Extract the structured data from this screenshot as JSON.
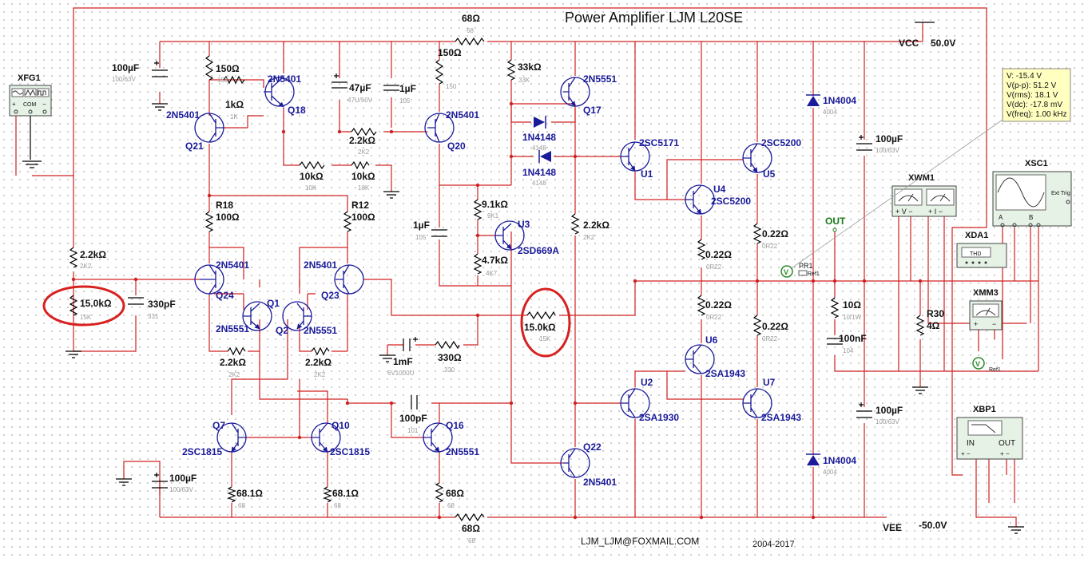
{
  "title": "Power Amplifier LJM L20SE",
  "footer": {
    "email": "LJM_LJM@FOXMAIL.COM",
    "years": "2004-2017"
  },
  "rails": {
    "vcc_net": "VCC",
    "vcc_value": "50.0V",
    "vee_net": "VEE",
    "vee_value": "-50.0V",
    "out_net": "OUT"
  },
  "colors": {
    "wire": "#d02020",
    "label": "#1a1a9a",
    "highlight": "#d82020",
    "probe_bg": "#ffffc0",
    "instrument_fill": "#e6f2e6"
  },
  "probe": {
    "name": "PR1",
    "ref": "Ref1",
    "readings": [
      "V: -15.4 V",
      "V(p-p): 51.2 V",
      "V(rms): 18.1 V",
      "V(dc): -17.8 mV",
      "V(freq): 1.00 kHz"
    ]
  },
  "probe2_ref": "Ref1",
  "instruments": {
    "xfg1": {
      "name": "XFG1",
      "com": "COM"
    },
    "xwm1": {
      "name": "XWM1"
    },
    "xsc1": {
      "name": "XSC1",
      "ext_trig": "Ext Trig",
      "a": "A",
      "b": "B"
    },
    "xda1": {
      "name": "XDA1",
      "screen": "THD"
    },
    "xmm3": {
      "name": "XMM3"
    },
    "xbp1": {
      "name": "XBP1",
      "in": "IN",
      "out": "OUT"
    }
  },
  "resistors": [
    {
      "id": "r68top",
      "value": "68Ω",
      "sub": "68"
    },
    {
      "id": "r150a",
      "value": "150Ω",
      "sub": "150"
    },
    {
      "id": "r1k",
      "value": "1kΩ",
      "sub": "1K"
    },
    {
      "id": "r150b",
      "value": "150Ω",
      "sub": "150"
    },
    {
      "id": "r33k",
      "value": "33kΩ",
      "sub": "33K"
    },
    {
      "id": "r22k_mid",
      "value": "2.2kΩ",
      "sub": "2K2"
    },
    {
      "id": "r10k_a",
      "value": "10kΩ",
      "sub": "10K"
    },
    {
      "id": "r10k_b",
      "value": "10kΩ",
      "sub": "10K"
    },
    {
      "id": "r91k",
      "value": "9.1kΩ",
      "sub": "9K1"
    },
    {
      "id": "r47k",
      "value": "4.7kΩ",
      "sub": "4K7"
    },
    {
      "id": "r22k_drv",
      "value": "2.2kΩ",
      "sub": "2K2"
    },
    {
      "id": "r18",
      "name": "R18",
      "value": "100Ω"
    },
    {
      "id": "r12",
      "name": "R12",
      "value": "100Ω"
    },
    {
      "id": "r22k_in",
      "value": "2.2kΩ",
      "sub": "2K2"
    },
    {
      "id": "r15k_in",
      "value": "15.0kΩ",
      "sub": "15K"
    },
    {
      "id": "r15k_fb",
      "value": "15.0kΩ",
      "sub": "15K"
    },
    {
      "id": "r22k_l",
      "value": "2.2kΩ",
      "sub": "2K2"
    },
    {
      "id": "r22k_r",
      "value": "2.2kΩ",
      "sub": "2K2"
    },
    {
      "id": "r330",
      "value": "330Ω",
      "sub": "330"
    },
    {
      "id": "r681a",
      "value": "68.1Ω",
      "sub": "68"
    },
    {
      "id": "r681b",
      "value": "68.1Ω",
      "sub": "68"
    },
    {
      "id": "r68e",
      "value": "68Ω",
      "sub": "68"
    },
    {
      "id": "r68bot",
      "value": "68Ω",
      "sub": "68"
    },
    {
      "id": "re1",
      "value": "0.22Ω",
      "sub": "0R22"
    },
    {
      "id": "re2",
      "value": "0.22Ω",
      "sub": "0R22"
    },
    {
      "id": "re3",
      "value": "0.22Ω",
      "sub": "0R22"
    },
    {
      "id": "re4",
      "value": "0.22Ω",
      "sub": "0R22"
    },
    {
      "id": "r10",
      "value": "10Ω",
      "sub": "10/1W"
    },
    {
      "id": "r30",
      "name": "R30",
      "value": "4Ω"
    }
  ],
  "capacitors": [
    {
      "id": "c100u_a",
      "value": "100µF",
      "sub": "100/63V"
    },
    {
      "id": "c47u",
      "value": "47µF",
      "sub": "47U/50V"
    },
    {
      "id": "c1u_a",
      "value": "1µF",
      "sub": "105"
    },
    {
      "id": "c1u_b",
      "value": "1µF",
      "sub": "105"
    },
    {
      "id": "c330p",
      "value": "330pF",
      "sub": "331"
    },
    {
      "id": "c1m",
      "value": "1mF",
      "sub": "6V1000U"
    },
    {
      "id": "c100p",
      "value": "100pF",
      "sub": "101"
    },
    {
      "id": "c100u_b",
      "value": "100µF",
      "sub": "100/63V"
    },
    {
      "id": "c100u_c",
      "value": "100µF",
      "sub": "100/63V"
    },
    {
      "id": "c100u_d",
      "value": "100µF",
      "sub": "100/63V"
    },
    {
      "id": "c100n",
      "value": "100nF",
      "sub": "104"
    }
  ],
  "diodes": [
    {
      "id": "d1",
      "value": "1N4148",
      "sub": "4148"
    },
    {
      "id": "d2",
      "value": "1N4148",
      "sub": "4148"
    },
    {
      "id": "d3",
      "value": "1N4004",
      "sub": "4004"
    },
    {
      "id": "d4",
      "value": "1N4004",
      "sub": "4004"
    }
  ],
  "transistors": [
    {
      "id": "q18",
      "name": "Q18",
      "part": "2N5401"
    },
    {
      "id": "q21",
      "name": "Q21",
      "part": "2N5401"
    },
    {
      "id": "q20",
      "name": "Q20",
      "part": "2N5401"
    },
    {
      "id": "q17",
      "name": "Q17",
      "part": "2N5551"
    },
    {
      "id": "u3",
      "name": "U3",
      "part": "2SD669A"
    },
    {
      "id": "u1",
      "name": "U1",
      "part": "2SC5171"
    },
    {
      "id": "u4",
      "name": "U4",
      "part": "2SC5200"
    },
    {
      "id": "u5",
      "name": "U5",
      "part": "2SC5200"
    },
    {
      "id": "q24",
      "name": "Q24",
      "part": "2N5401"
    },
    {
      "id": "q1",
      "name": "Q1",
      "part": "2N5551"
    },
    {
      "id": "q2",
      "name": "Q2",
      "part": "2N5551"
    },
    {
      "id": "q23",
      "name": "Q23",
      "part": "2N5401"
    },
    {
      "id": "q7",
      "name": "Q7",
      "part": "2SC1815"
    },
    {
      "id": "q10",
      "name": "Q10",
      "part": "2SC1815"
    },
    {
      "id": "q16",
      "name": "Q16",
      "part": "2N5551"
    },
    {
      "id": "q22",
      "name": "Q22",
      "part": "2N5401"
    },
    {
      "id": "u2",
      "name": "U2",
      "part": "2SA1930"
    },
    {
      "id": "u6",
      "name": "U6",
      "part": "2SA1943"
    },
    {
      "id": "u7",
      "name": "U7",
      "part": "2SA1943"
    }
  ]
}
